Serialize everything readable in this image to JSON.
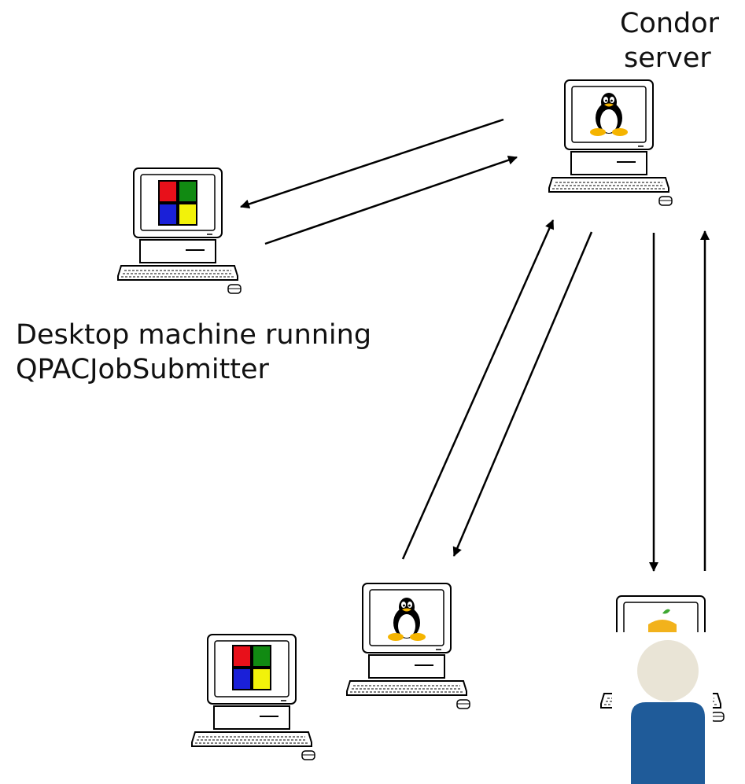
{
  "labels": {
    "server_line1": "Condor",
    "server_line2": "server",
    "desktop_line1": "Desktop machine running",
    "desktop_line2": "QPACJobSubmitter"
  },
  "nodes": [
    {
      "id": "condor-server",
      "os_icon": "linux-penguin-icon"
    },
    {
      "id": "desktop-machine",
      "os_icon": "windows-logo-icon"
    },
    {
      "id": "worker-windows",
      "os_icon": "windows-logo-icon"
    },
    {
      "id": "worker-linux",
      "os_icon": "linux-penguin-icon"
    },
    {
      "id": "worker-mac",
      "os_icon": "apple-logo-icon"
    }
  ],
  "links": [
    {
      "from": "condor-server",
      "to": "desktop-machine"
    },
    {
      "from": "desktop-machine",
      "to": "condor-server"
    },
    {
      "from": "worker-linux",
      "to": "condor-server"
    },
    {
      "from": "condor-server",
      "to": "worker-linux"
    },
    {
      "from": "condor-server",
      "to": "worker-mac"
    },
    {
      "from": "worker-mac",
      "to": "condor-server"
    }
  ],
  "colors": {
    "win_red": "#e8101a",
    "win_green": "#118a12",
    "win_blue": "#1a20d8",
    "win_yellow": "#f2f20a",
    "user_head": "#e9e4d6",
    "user_body": "#1f5b99"
  }
}
